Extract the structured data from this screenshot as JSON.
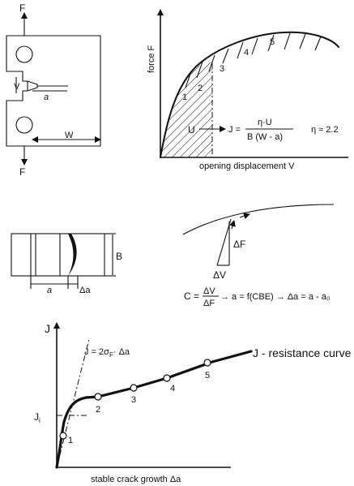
{
  "specimen": {
    "force_top": "F",
    "force_bottom": "F",
    "opening": "V",
    "crack_length": "a",
    "width": "W"
  },
  "load_displacement": {
    "y_label": "force F",
    "x_label": "opening displacement V",
    "area": "U",
    "j_lhs": "J =",
    "j_num": "η·U",
    "j_den": "B (W - a)",
    "eta": "η ≈ 2.2",
    "unload_labels": [
      "1",
      "2",
      "3",
      "4",
      "5"
    ]
  },
  "fracture_surface": {
    "thickness": "B",
    "crack_length": "a",
    "crack_growth": "Δa"
  },
  "compliance": {
    "delta_f": "ΔF",
    "delta_v": "ΔV",
    "c_lhs": "C =",
    "c_num": "ΔV",
    "c_den": "ΔF",
    "chain": "→ a = f(CBE) → Δa = a - a₀"
  },
  "resistance": {
    "y_label": "J",
    "ji_label": "J",
    "ji_sub": "i",
    "blunting_line": "J = 2σ",
    "blunting_sub": "F",
    "blunting_tail": "· Δa",
    "curve_title": "J - resistance curve",
    "x_label": "stable crack growth Δa",
    "point_labels": [
      "1",
      "2",
      "3",
      "4",
      "5"
    ]
  }
}
